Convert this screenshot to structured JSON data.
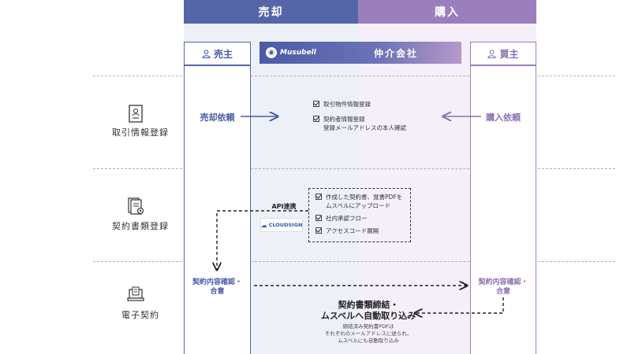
{
  "headers": {
    "sell": "売却",
    "buy": "購入"
  },
  "columns": {
    "seller": "売主",
    "buyer": "買主"
  },
  "broker": {
    "logo_text": "Musubell",
    "title": "仲介会社"
  },
  "rows": [
    {
      "label": "取引情報登録",
      "icon": "document-icon"
    },
    {
      "label": "契約書類登録",
      "icon": "documents-gear-icon"
    },
    {
      "label": "電子契約",
      "icon": "laptop-contract-icon"
    }
  ],
  "step1": {
    "seller_action": "売却依頼",
    "buyer_action": "購入依頼",
    "checklist": [
      "取引物件情報登録",
      "契約者情報登録",
      "登録メールアドレスの本人確認"
    ]
  },
  "step2": {
    "api_label": "API連携",
    "cloudsign": "CLOUDSIGN",
    "checklist": [
      "作成した契約書、覚書PDFを",
      "ムスベルにアップロード",
      "社内承認フロー",
      "アクセスコード展開"
    ]
  },
  "step3": {
    "seller_action": [
      "契約内容確認・",
      "合意"
    ],
    "buyer_action": [
      "契約内容確認・",
      "合意"
    ],
    "result_title": [
      "契約書類締結・",
      "ムスベルへ自動取り込み"
    ],
    "result_sub": [
      "締結済み契約書PDFは",
      "それぞれのメールアドレスに送られ、",
      "ムスベルにも自動取り込み"
    ]
  },
  "colors": {
    "seller": "#5566a8",
    "buyer": "#9b7fbd",
    "accent": "#4a5ba6"
  }
}
